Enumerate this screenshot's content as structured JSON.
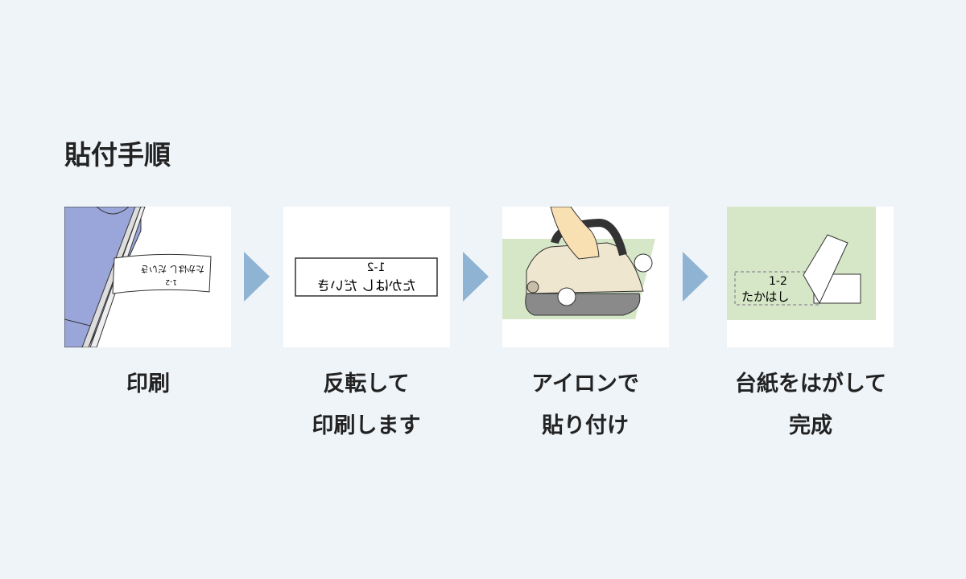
{
  "title": "貼付手順",
  "steps": [
    {
      "caption_lines": [
        "印刷"
      ],
      "label_text": "たかはし だいき",
      "label_num": "1-2"
    },
    {
      "caption_lines": [
        "反転して",
        "印刷します"
      ],
      "label_text": "たかはし だいき",
      "label_num": "1-2"
    },
    {
      "caption_lines": [
        "アイロンで",
        "貼り付け"
      ]
    },
    {
      "caption_lines": [
        "台紙をはがして",
        "完成"
      ],
      "label_text": "たかはし",
      "label_num": "1-2"
    }
  ],
  "colors": {
    "background": "#eff4f9",
    "arrow": "#8fb3d3",
    "shirt": "#9aa6d9",
    "fabric_green": "#d5e7c6"
  }
}
